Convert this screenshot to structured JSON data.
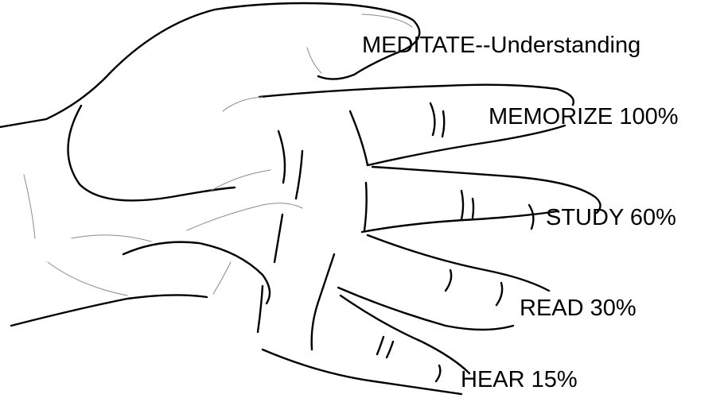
{
  "labels": {
    "thumb": "MEDITATE--Understanding",
    "index": "MEMORIZE  100%",
    "middle": "STUDY  60%",
    "ring": "READ  30%",
    "pinky": "HEAR  15%"
  },
  "ink_color": "#000000",
  "detail_color": "#8a8a8a"
}
